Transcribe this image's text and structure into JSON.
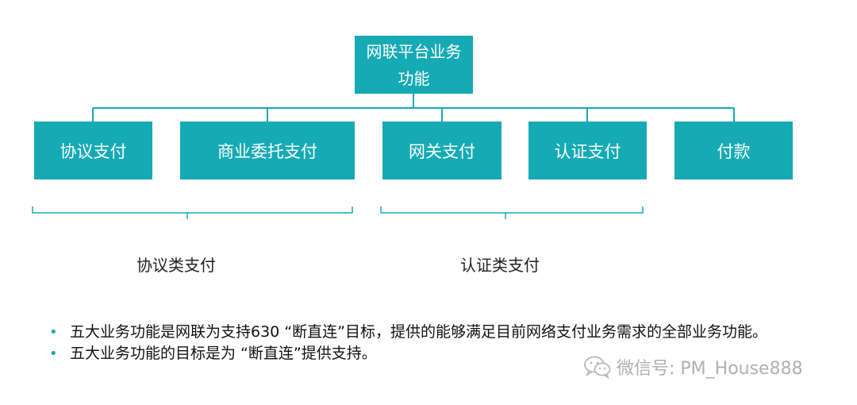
{
  "diagram": {
    "root": "网联平台业务功能",
    "children": [
      "协议支付",
      "商业委托支付",
      "网关支付",
      "认证支付",
      "付款"
    ],
    "groups": [
      "协议类支付",
      "认证类支付"
    ],
    "box_color": "#16aab5",
    "line_color": "#16aab5"
  },
  "notes": {
    "bullet_1": "五大业务功能是网联为支持630 “断直连”目标，提供的能够满足目前网络支付业务需求的全部业务功能。",
    "bullet_2": "五大业务功能的目标是为 “断直连”提供支持。"
  },
  "watermark": {
    "text": "微信号: PM_House888",
    "icon": "wechat-icon"
  }
}
